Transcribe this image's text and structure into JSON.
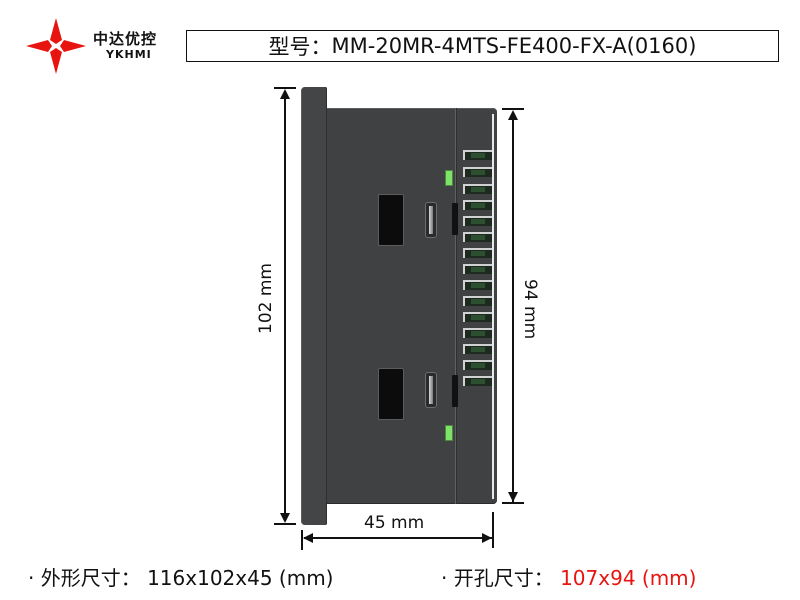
{
  "logo": {
    "brand_cn": "中达优控",
    "brand_en": "YKHMI",
    "icon": "red-four-point-star-icon",
    "color": "#e8140f"
  },
  "model": {
    "label": "型号：",
    "value": "MM-20MR-4MTS-FE400-FX-A(0160)"
  },
  "dimensions": {
    "height_label": "102 mm",
    "cutout_height_label": "94 mm",
    "depth_label": "45 mm"
  },
  "device": {
    "bezel_color": "#434546",
    "body_color": "#3f4142",
    "led_color": "#7fe36a",
    "fin_count": 15
  },
  "specs": {
    "outer": {
      "bullet": "·",
      "label": "外形尺寸：",
      "value": "116x102x45 (mm)"
    },
    "cutout": {
      "bullet": "·",
      "label": "开孔尺寸：",
      "value": "107x94 (mm)",
      "value_color": "#e8140f"
    }
  }
}
